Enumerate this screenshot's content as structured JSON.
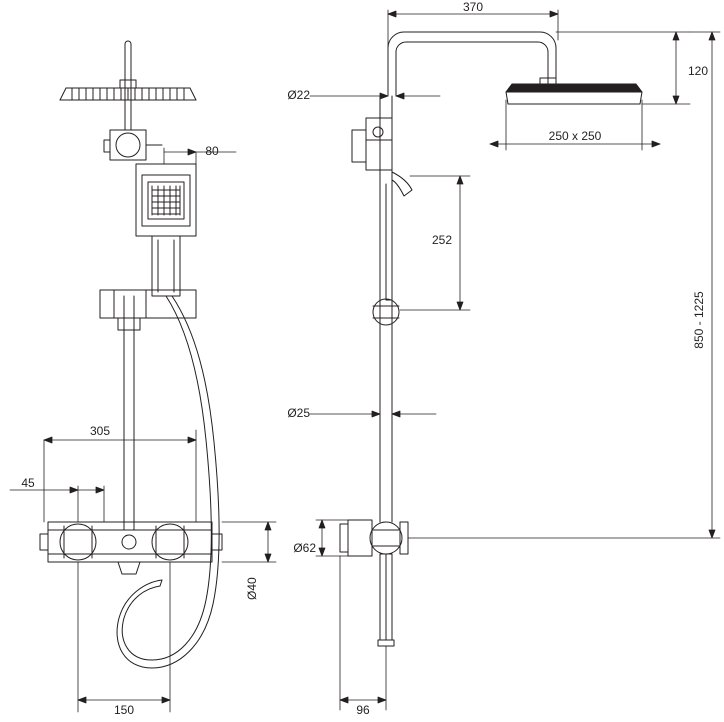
{
  "drawing": {
    "title": "Shower column technical drawing - front and side view",
    "units": "mm",
    "line_color": "#231f20",
    "fill_color": "#ffffff",
    "views": [
      {
        "name": "front-view",
        "label": ""
      },
      {
        "name": "side-view",
        "label": ""
      }
    ],
    "dimensions": {
      "front": {
        "handset_width": "80",
        "rail_length": "305",
        "valve_offset_left": "45",
        "valve_spacing": "150",
        "outlet_diameter": "Ø40"
      },
      "side": {
        "arm_reach": "370",
        "inlet_diameter": "Ø22",
        "head_thickness": "120",
        "head_size": "250 x 250",
        "handset_length": "252",
        "riser_diameter": "Ø25",
        "overall_height_range": "850 - 1225",
        "escutcheon_diameter": "Ø62",
        "valve_depth": "96"
      }
    }
  }
}
